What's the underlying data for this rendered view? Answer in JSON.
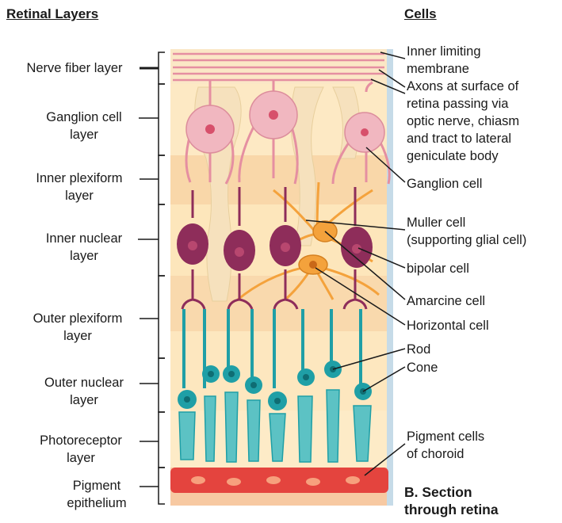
{
  "headers": {
    "left": "Retinal Layers",
    "right": "Cells"
  },
  "layers": [
    {
      "line1": "Nerve fiber layer",
      "line2": ""
    },
    {
      "line1": "Ganglion cell",
      "line2": "layer"
    },
    {
      "line1": "Inner plexiform",
      "line2": "layer"
    },
    {
      "line1": "Inner nuclear",
      "line2": "layer"
    },
    {
      "line1": "Outer plexiform",
      "line2": "layer"
    },
    {
      "line1": "Outer nuclear",
      "line2": "layer"
    },
    {
      "line1": "Photoreceptor",
      "line2": "layer"
    },
    {
      "line1": "Pigment",
      "line2": "epithelium"
    }
  ],
  "cells": {
    "inner_limiting": [
      "Inner limiting",
      "membrane"
    ],
    "axons": [
      "Axons at surface of",
      "retina passing via",
      "optic nerve, chiasm",
      "and tract to lateral",
      "geniculate body"
    ],
    "ganglion": "Ganglion cell",
    "muller": [
      "Muller cell",
      "(supporting glial cell)"
    ],
    "bipolar": "bipolar cell",
    "amacrine": "Amarcine cell",
    "horizontal": "Horizontal cell",
    "rod": "Rod",
    "cone": "Cone",
    "pigment_cells": [
      "Pigment cells",
      "of choroid"
    ]
  },
  "caption": [
    "B. Section",
    "through retina"
  ],
  "colors": {
    "ganglion": "#f0b6bd",
    "bipolar": "#8e2d5a",
    "glial": "#f4a23c",
    "photoreceptor": "#1f9fa6",
    "pigment": "#e4443e",
    "background": "#fbe6bd"
  }
}
